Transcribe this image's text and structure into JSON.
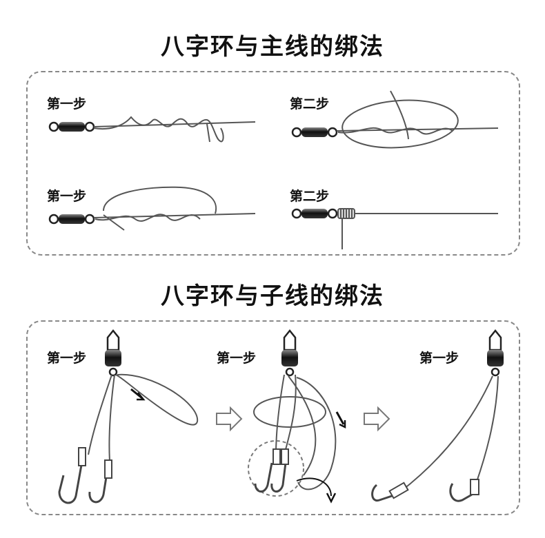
{
  "section1": {
    "title": "八字环与主线的绑法",
    "steps": [
      "第一步",
      "第二步",
      "第一步",
      "第二步"
    ]
  },
  "section2": {
    "title": "八字环与子线的绑法",
    "steps": [
      "第一步",
      "第一步",
      "第一步"
    ]
  }
}
